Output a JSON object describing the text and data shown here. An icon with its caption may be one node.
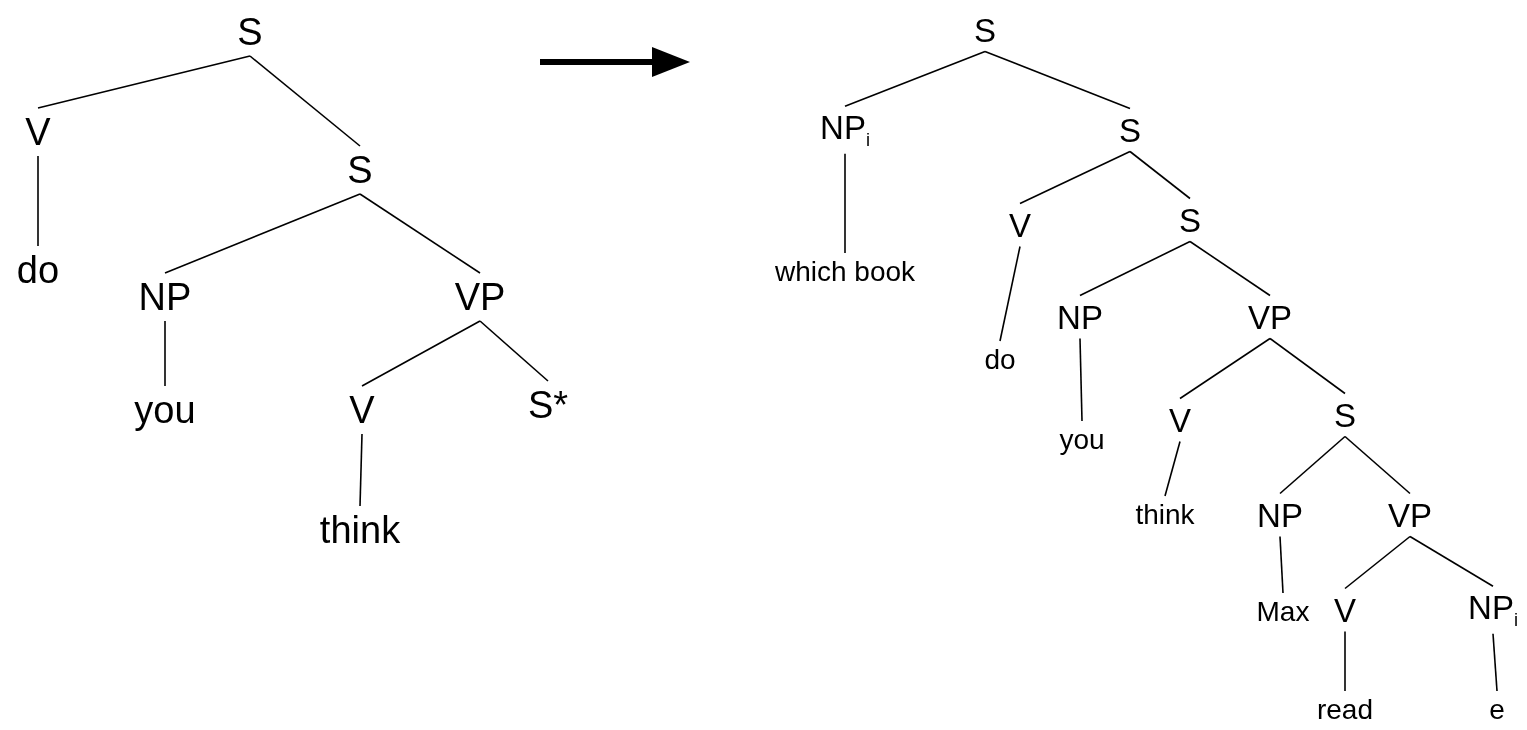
{
  "diagram": {
    "nodes": [
      {
        "text": [
          "S"
        ]
      },
      {
        "text": [
          "V"
        ]
      },
      {
        "text": [
          "S"
        ]
      },
      {
        "text": [
          "do"
        ]
      },
      {
        "text": [
          "NP"
        ]
      },
      {
        "text": [
          "VP"
        ]
      },
      {
        "text": [
          "you"
        ]
      },
      {
        "text": [
          "V"
        ]
      },
      {
        "text": [
          "S*"
        ]
      },
      {
        "text": [
          "think"
        ]
      },
      {
        "text": [
          "S"
        ]
      },
      {
        "text": [
          "NP$_{i}$"
        ]
      },
      {
        "text": [
          "S"
        ]
      },
      {
        "text": [
          "which book"
        ]
      },
      {
        "text": [
          "V"
        ]
      },
      {
        "text": [
          "S"
        ]
      },
      {
        "text": [
          "do"
        ]
      },
      {
        "text": [
          "NP"
        ]
      },
      {
        "text": [
          "VP"
        ]
      },
      {
        "text": [
          "you"
        ]
      },
      {
        "text": [
          "V"
        ]
      },
      {
        "text": [
          "S"
        ]
      },
      {
        "text": [
          "think"
        ]
      },
      {
        "text": [
          "NP"
        ]
      },
      {
        "text": [
          "VP"
        ]
      },
      {
        "text": [
          "Max"
        ]
      },
      {
        "text": [
          "V"
        ]
      },
      {
        "text": [
          "NP$_{i}$"
        ]
      },
      {
        "text": [
          "read"
        ]
      },
      {
        "text": [
          "e"
        ]
      }
    ],
    "edges": [
      {
        "from": 0,
        "to": 1,
        "arrow": "none"
      },
      {
        "from": 0,
        "to": 2,
        "arrow": "none"
      },
      {
        "from": 1,
        "to": 3,
        "arrow": "none"
      },
      {
        "from": 2,
        "to": 4,
        "arrow": "none"
      },
      {
        "from": 2,
        "to": 5,
        "arrow": "none"
      },
      {
        "from": 4,
        "to": 6,
        "arrow": "none"
      },
      {
        "from": 5,
        "to": 7,
        "arrow": "none"
      },
      {
        "from": 5,
        "to": 8,
        "arrow": "none"
      },
      {
        "from": 7,
        "to": 9,
        "arrow": "none"
      },
      {
        "from": 10,
        "to": 11,
        "arrow": "none"
      },
      {
        "from": 10,
        "to": 12,
        "arrow": "none"
      },
      {
        "from": 11,
        "to": 13,
        "arrow": "none"
      },
      {
        "from": 12,
        "to": 14,
        "arrow": "none"
      },
      {
        "from": 12,
        "to": 15,
        "arrow": "none"
      },
      {
        "from": 14,
        "to": 16,
        "arrow": "none"
      },
      {
        "from": 15,
        "to": 17,
        "arrow": "none"
      },
      {
        "from": 15,
        "to": 18,
        "arrow": "none"
      },
      {
        "from": 17,
        "to": 19,
        "arrow": "none"
      },
      {
        "from": 18,
        "to": 20,
        "arrow": "none"
      },
      {
        "from": 18,
        "to": 21,
        "arrow": "none"
      },
      {
        "from": 20,
        "to": 22,
        "arrow": "none"
      },
      {
        "from": 21,
        "to": 23,
        "arrow": "none"
      },
      {
        "from": 21,
        "to": 24,
        "arrow": "none"
      },
      {
        "from": 23,
        "to": 25,
        "arrow": "none"
      },
      {
        "from": 24,
        "to": 26,
        "arrow": "none"
      },
      {
        "from": 24,
        "to": 27,
        "arrow": "none"
      },
      {
        "from": 26,
        "to": 28,
        "arrow": "none"
      },
      {
        "from": 27,
        "to": 29,
        "arrow": "none"
      }
    ]
  }
}
